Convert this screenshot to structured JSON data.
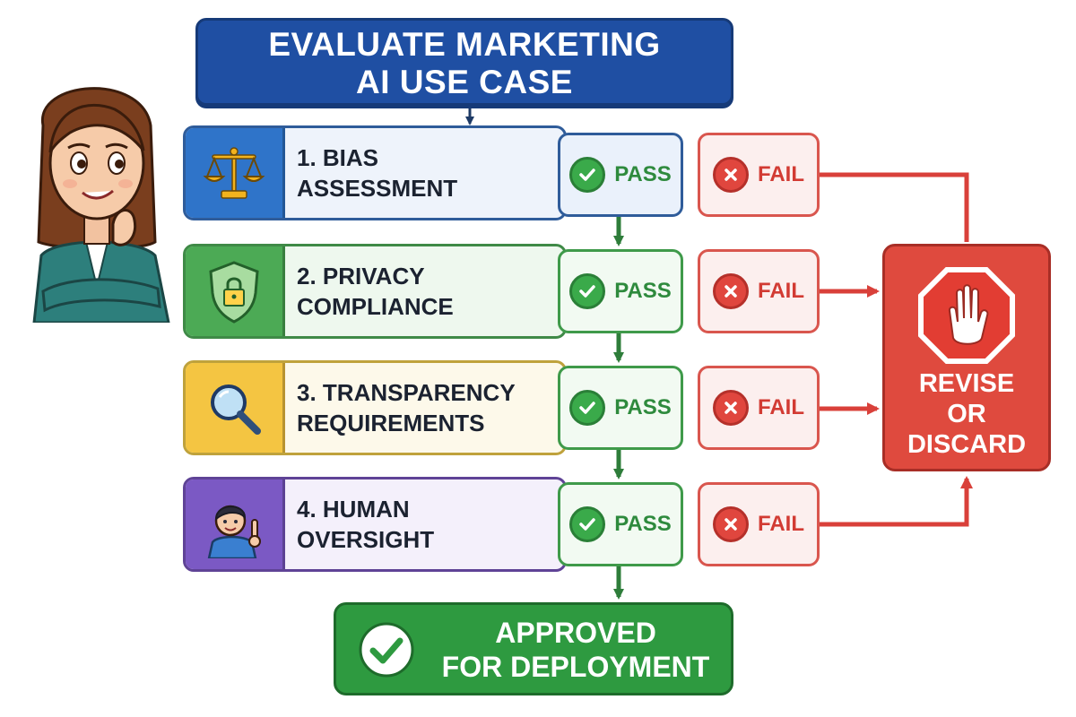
{
  "title": {
    "line1": "EVALUATE MARKETING",
    "line2": "AI USE CASE"
  },
  "steps": [
    {
      "line1": "1. BIAS",
      "line2": "ASSESSMENT",
      "icon": "scales-icon",
      "tile_color": "#2f74c9",
      "bg": "#eef3fb",
      "border": "#2f5c9a",
      "arrow_color": "#1e3a66"
    },
    {
      "line1": "2. PRIVACY",
      "line2": "COMPLIANCE",
      "icon": "shield-lock-icon",
      "tile_color": "#4caa55",
      "bg": "#eef8ee",
      "border": "#3f8a47",
      "arrow_color": "#3f7a52"
    },
    {
      "line1": "3. TRANSPARENCY",
      "line2": "REQUIREMENTS",
      "icon": "magnifier-icon",
      "tile_color": "#f4c542",
      "bg": "#fdf9ea",
      "border": "#bfa23c",
      "arrow_color": "#777777"
    },
    {
      "line1": "4. HUMAN",
      "line2": "OVERSIGHT",
      "icon": "person-pointing-icon",
      "tile_color": "#7b59c4",
      "bg": "#f4f0fb",
      "border": "#5f4396",
      "arrow_color": "#7a55b8"
    }
  ],
  "pass_label": "PASS",
  "fail_label": "FAIL",
  "revise": {
    "line1": "REVISE",
    "line2": "OR",
    "line3": "DISCARD"
  },
  "approved": {
    "line1": "APPROVED",
    "line2": "FOR DEPLOYMENT"
  },
  "colors": {
    "title_blue": "#1f4fa3",
    "pass_green": "#3aaa4a",
    "fail_red": "#e0463e",
    "flow_green": "#2e7d3a",
    "flow_red": "#d9403a"
  }
}
